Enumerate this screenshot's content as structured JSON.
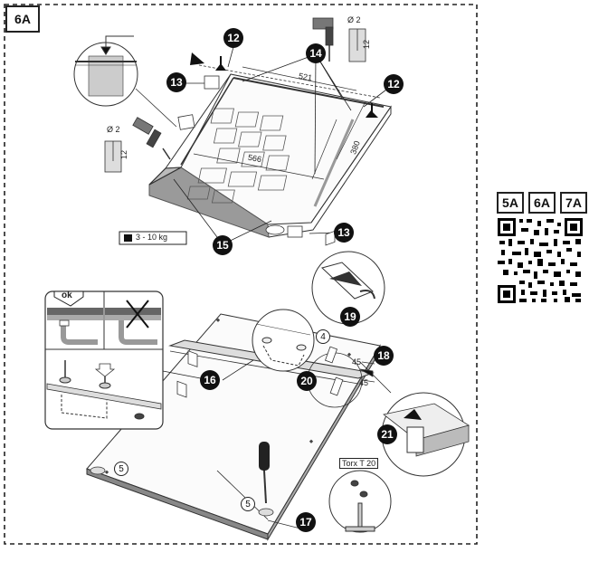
{
  "step": {
    "label": "6A"
  },
  "nav": {
    "pages": [
      "5A",
      "6A",
      "7A"
    ]
  },
  "callouts": [
    "12",
    "13",
    "14",
    "15",
    "16",
    "17",
    "18",
    "19",
    "20",
    "21"
  ],
  "dimensions": {
    "width_top": "521",
    "width_bottom": "566",
    "depth": "380",
    "drill_diameter": "Ø 2",
    "drill_depth": "12",
    "angle_45": "45"
  },
  "labels": {
    "weight": "3 - 10 kg",
    "ok": "ok",
    "tool": "Torx T 20",
    "part_4": "4",
    "part_5": "5"
  }
}
